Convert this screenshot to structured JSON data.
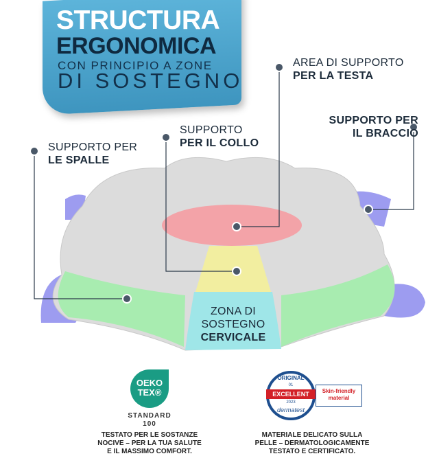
{
  "header": {
    "line1": "STRUCTURA",
    "line2": "ERGONOMICA",
    "line3": "CON PRINCIPIO A ZONE",
    "line4": "DI SOSTEGNO"
  },
  "labels": {
    "testa": {
      "light": "AREA DI SUPPORTO",
      "bold": "PER LA TESTA"
    },
    "braccio": {
      "light": "SUPPORTO PER",
      "bold": "IL BRACCIO"
    },
    "collo": {
      "light": "SUPPORTO",
      "bold": "PER IL COLLO"
    },
    "spalle": {
      "light": "SUPPORTO PER",
      "bold": "LE SPALLE"
    },
    "cervicale": {
      "light1": "ZONA DI",
      "light2": "SOSTEGNO",
      "bold": "CERVICALE"
    }
  },
  "certs": {
    "oeko": {
      "logo1": "OEKO",
      "logo2": "TEX®",
      "standard": "STANDARD",
      "number": "100",
      "desc": [
        "TESTATO PER LE SOSTANZE",
        "NOCIVE – PER LA TUA SALUTE",
        "E IL MASSIMO COMFORT."
      ]
    },
    "derma": {
      "original": "ORIGINAL",
      "num": "01",
      "rating": "EXCELLENT",
      "year": "2023",
      "brand": "dermatest",
      "badge": "Skin-friendly material",
      "desc": [
        "MATERIALE DELICATO SULLA",
        "PELLE – DERMATOLOGICAMENTE",
        "TESTATO E CERTIFICATO."
      ]
    }
  },
  "colors": {
    "banner": "#4aa3cc",
    "head_zone": "#f3a3a8",
    "neck_zone": "#f2eea0",
    "cervical_zone": "#9fe6e8",
    "shoulder_zone": "#a8ecb0",
    "arm_zone": "#9d9cf0",
    "oeko": "#1a9c84",
    "derma_red": "#d32027",
    "derma_blue": "#1e4f8f"
  }
}
